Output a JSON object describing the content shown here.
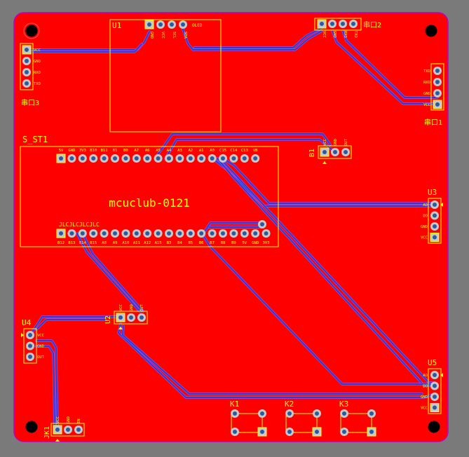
{
  "colors": {
    "background": "#7a7a7a",
    "board": "#ff0000",
    "board_outline": "#c000c0",
    "silkscreen": "#ffff00",
    "trace": "#2a3fc8",
    "trace_edge": "#9a4dff",
    "pad": "#c8c8c8",
    "pad_hole": "#2a5aa0"
  },
  "board": {
    "title": "mcuclub-0121"
  },
  "components": {
    "u1": {
      "ref": "U1",
      "pins": [
        "GND",
        "VCC",
        "SCL",
        "SDA"
      ],
      "tag": "OLED"
    },
    "s_st1": {
      "ref": "S_ST1",
      "top_pins": [
        "5V",
        "GND",
        "3V3",
        "B10",
        "B11",
        "B1",
        "B0",
        "A7",
        "A6",
        "A5",
        "A4",
        "A3",
        "A2",
        "A1",
        "A0",
        "C15",
        "C14",
        "C13",
        "VB"
      ],
      "bottom_pins": [
        "B12",
        "B13",
        "B14",
        "B15",
        "A8",
        "A9",
        "A10",
        "A11",
        "A12",
        "A15",
        "B3",
        "B4",
        "B5",
        "B6",
        "B7",
        "B8",
        "B9",
        "5V",
        "GND",
        "3V3"
      ],
      "bottom_label": "JLCJLCJLCJLC"
    },
    "serial2": {
      "ref": "串口2",
      "pins": [
        "VCC",
        "GND",
        "RXD",
        "TXD"
      ]
    },
    "serial3": {
      "ref": "串口3",
      "pins": [
        "VCC",
        "GND",
        "RXD",
        "TXD"
      ]
    },
    "serial1": {
      "ref": "串口1",
      "pins": [
        "TXD",
        "RXD",
        "GND",
        "VCC"
      ]
    },
    "b1": {
      "ref": "B1",
      "pins": [
        "VCC",
        "GND",
        "OUT"
      ]
    },
    "u3": {
      "ref": "U3",
      "pins": [
        "AO",
        "DO",
        "GND",
        "VCC"
      ]
    },
    "u2": {
      "ref": "U2",
      "pins": [
        "VCC",
        "GND",
        "OUT"
      ]
    },
    "u4": {
      "ref": "U4",
      "pins": [
        "VCC",
        "GND",
        "OUT"
      ]
    },
    "u5": {
      "ref": "U5",
      "pins": [
        "AO",
        "DO",
        "GND",
        "VCC"
      ]
    },
    "jk1": {
      "ref": "JK1",
      "pins": [
        "VCC",
        "GND",
        "IN"
      ]
    },
    "keys": [
      "K1",
      "K2",
      "K3"
    ]
  }
}
